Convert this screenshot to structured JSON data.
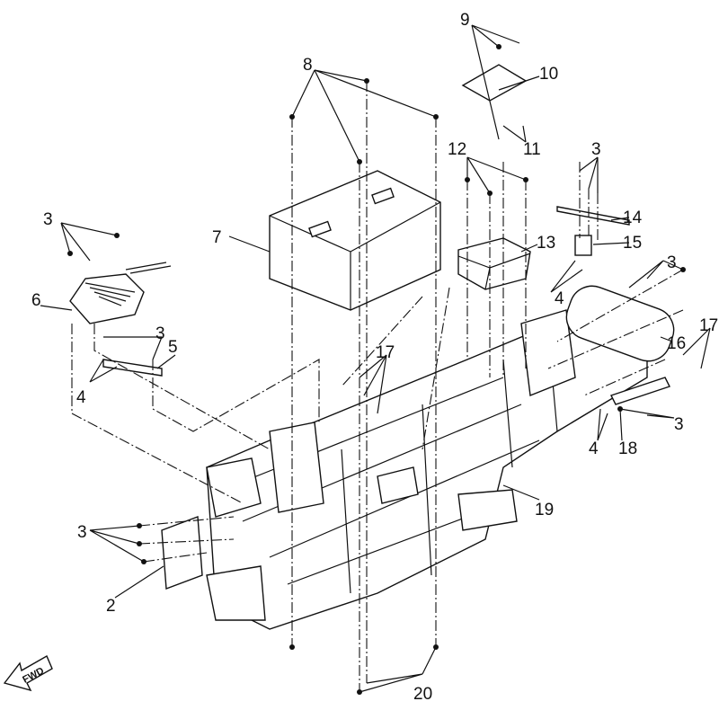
{
  "diagram": {
    "callouts": [
      "2",
      "3",
      "3",
      "3",
      "3",
      "3",
      "3",
      "4",
      "4",
      "4",
      "5",
      "6",
      "7",
      "8",
      "9",
      "10",
      "11",
      "12",
      "13",
      "14",
      "15",
      "16",
      "17",
      "17",
      "18",
      "19",
      "20"
    ],
    "fwd_label": "FWD"
  }
}
